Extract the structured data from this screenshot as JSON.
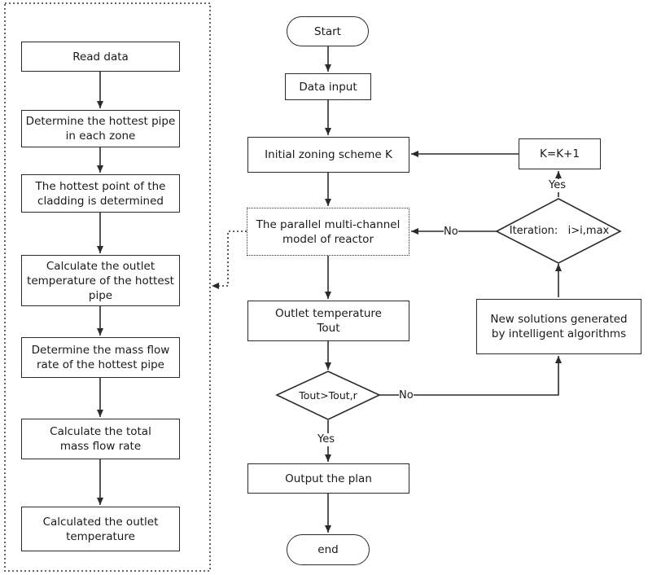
{
  "left_column": {
    "step1": "Read data",
    "step2_line1": "Determine the hottest pipe",
    "step2_line2": "in each zone",
    "step3_line1": "The hottest point of the",
    "step3_line2": "cladding is determined",
    "step4_line1": "Calculate the outlet",
    "step4_line2": "temperature of the hottest",
    "step4_line3": "pipe",
    "step5_line1": "Determine the mass flow",
    "step5_line2": "rate of the hottest pipe",
    "step6_line1": "Calculate the total",
    "step6_line2": "mass flow rate",
    "step7_line1": "Calculated the outlet",
    "step7_line2": "temperature"
  },
  "main_flow": {
    "start": "Start",
    "data_input": "Data input",
    "initial_zoning": "Initial zoning scheme K",
    "model_line1": "The parallel multi-channel",
    "model_line2": "model of reactor",
    "outlet_line1": "Outlet temperature",
    "outlet_line2": "Tout",
    "decision_tout": "Tout>Tout,r",
    "output_plan": "Output the plan",
    "end": "end"
  },
  "loop": {
    "increment": "K=K+1",
    "iteration": "Iteration:   i>i,max",
    "new_solutions_line1": "New solutions generated",
    "new_solutions_line2": "by intelligent algorithms"
  },
  "edge_labels": {
    "yes_iteration": "Yes",
    "no_iteration": "No",
    "no_tout": "No",
    "yes_tout": "Yes"
  }
}
